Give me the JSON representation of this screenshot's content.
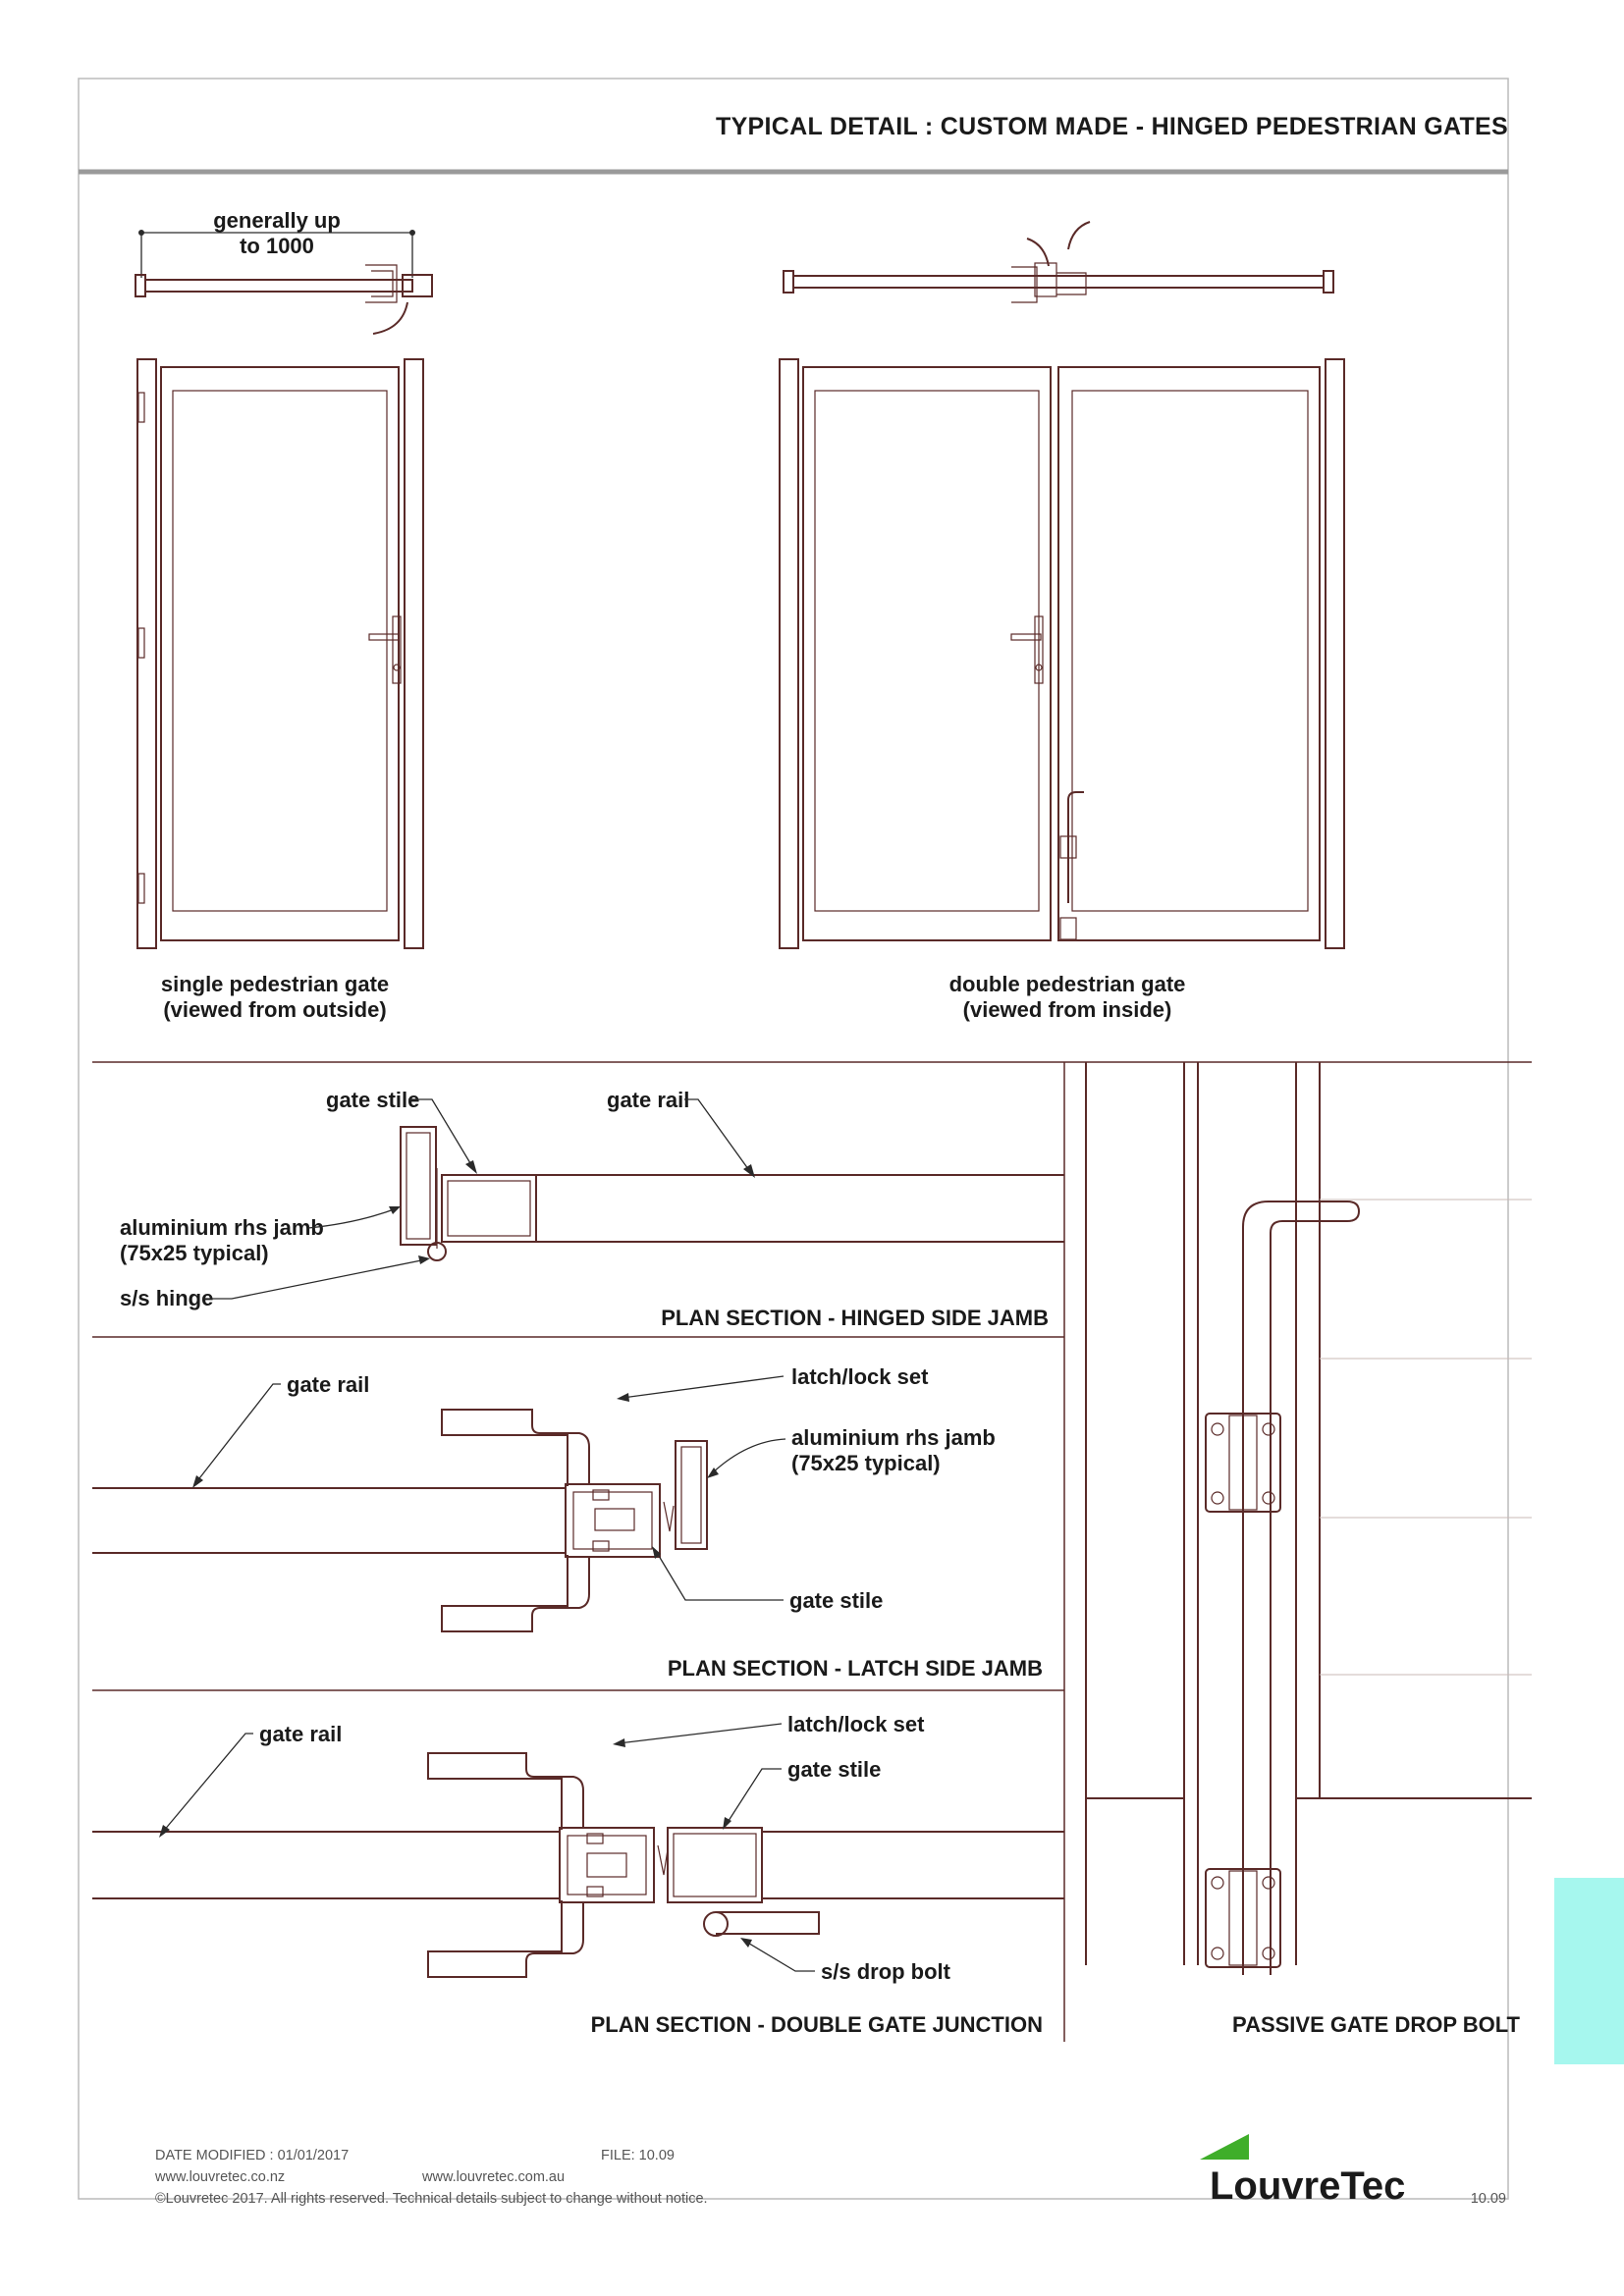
{
  "header": {
    "title": "TYPICAL DETAIL : CUSTOM MADE - HINGED PEDESTRIAN GATES"
  },
  "elevations": {
    "dimension": [
      "generally up",
      "to 1000"
    ],
    "single_caption": [
      "single pedestrian gate",
      "(viewed from outside)"
    ],
    "double_caption": [
      "double pedestrian gate",
      "(viewed from inside)"
    ]
  },
  "sections": {
    "hinged": {
      "title": "PLAN SECTION - HINGED SIDE JAMB",
      "gate_stile": "gate stile",
      "gate_rail": "gate rail",
      "jamb": [
        "aluminium rhs jamb",
        "(75x25 typical)"
      ],
      "hinge": "s/s hinge"
    },
    "latch": {
      "title": "PLAN SECTION - LATCH SIDE JAMB",
      "gate_rail": "gate rail",
      "latch": "latch/lock set",
      "jamb": [
        "aluminium rhs jamb",
        "(75x25 typical)"
      ],
      "gate_stile": "gate stile"
    },
    "junction": {
      "title": "PLAN SECTION - DOUBLE GATE JUNCTION",
      "gate_rail": "gate rail",
      "latch": "latch/lock set",
      "gate_stile": "gate stile",
      "drop_bolt": "s/s drop bolt"
    },
    "drop_bolt_title": "PASSIVE GATE DROP BOLT"
  },
  "footer": {
    "date": "DATE MODIFIED : 01/01/2017",
    "file": "FILE: 10.09",
    "url_nz": "www.louvretec.co.nz",
    "url_au": "www.louvretec.com.au",
    "copyright": "©Louvretec 2017. All rights reserved. Technical details subject to change without notice.",
    "brand": "LouvreTec",
    "page": "10.09"
  },
  "colors": {
    "line": "#5a2a28",
    "tab": "#a6f7ee",
    "logo_green": "#3fae2a"
  }
}
